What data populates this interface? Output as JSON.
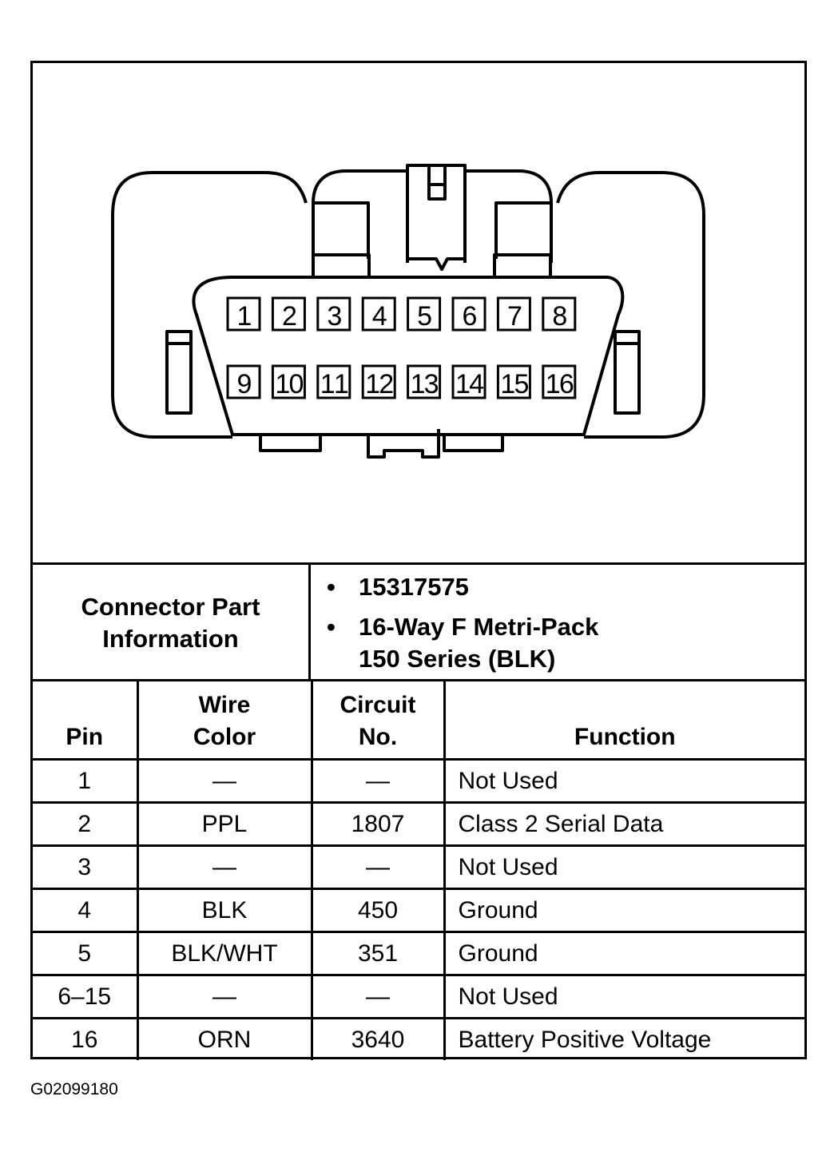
{
  "connector": {
    "pins_top": [
      "1",
      "2",
      "3",
      "4",
      "5",
      "6",
      "7",
      "8"
    ],
    "pins_bottom": [
      "9",
      "10",
      "11",
      "12",
      "13",
      "14",
      "15",
      "16"
    ]
  },
  "part_info": {
    "label_line1": "Connector Part",
    "label_line2": "Information",
    "items": [
      "15317575",
      "16-Way F Metri-Pack"
    ],
    "item2_line2": "150 Series (BLK)",
    "bullet": "•"
  },
  "table": {
    "headers": {
      "pin": "Pin",
      "wire_line1": "Wire",
      "wire_line2": "Color",
      "circuit_line1": "Circuit",
      "circuit_line2": "No.",
      "function": "Function"
    },
    "rows": [
      {
        "pin": "1",
        "wire": "—",
        "circuit": "—",
        "function": "Not Used"
      },
      {
        "pin": "2",
        "wire": "PPL",
        "circuit": "1807",
        "function": "Class 2 Serial Data"
      },
      {
        "pin": "3",
        "wire": "—",
        "circuit": "—",
        "function": "Not Used"
      },
      {
        "pin": "4",
        "wire": "BLK",
        "circuit": "450",
        "function": "Ground"
      },
      {
        "pin": "5",
        "wire": "BLK/WHT",
        "circuit": "351",
        "function": "Ground"
      },
      {
        "pin": "6–15",
        "wire": "—",
        "circuit": "—",
        "function": "Not Used"
      },
      {
        "pin": "16",
        "wire": "ORN",
        "circuit": "3640",
        "function": "Battery Positive Voltage"
      }
    ]
  },
  "figure_id": "G02099180"
}
